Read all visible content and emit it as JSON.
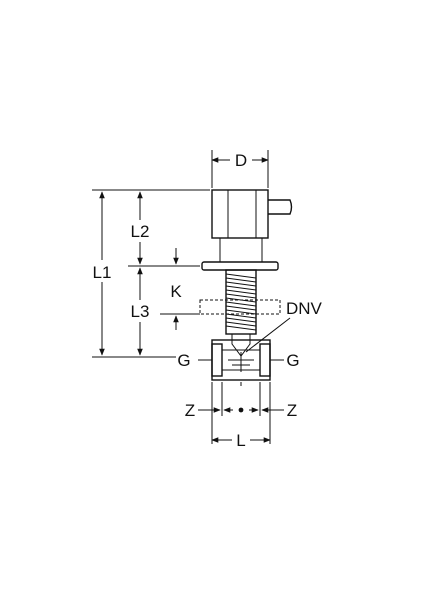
{
  "labels": {
    "d": "D",
    "l1": "L1",
    "l2": "L2",
    "l3": "L3",
    "k": "K",
    "dnv": "DNV",
    "g_left": "G",
    "g_right": "G",
    "z_left": "Z",
    "z_right": "Z",
    "l": "L"
  }
}
